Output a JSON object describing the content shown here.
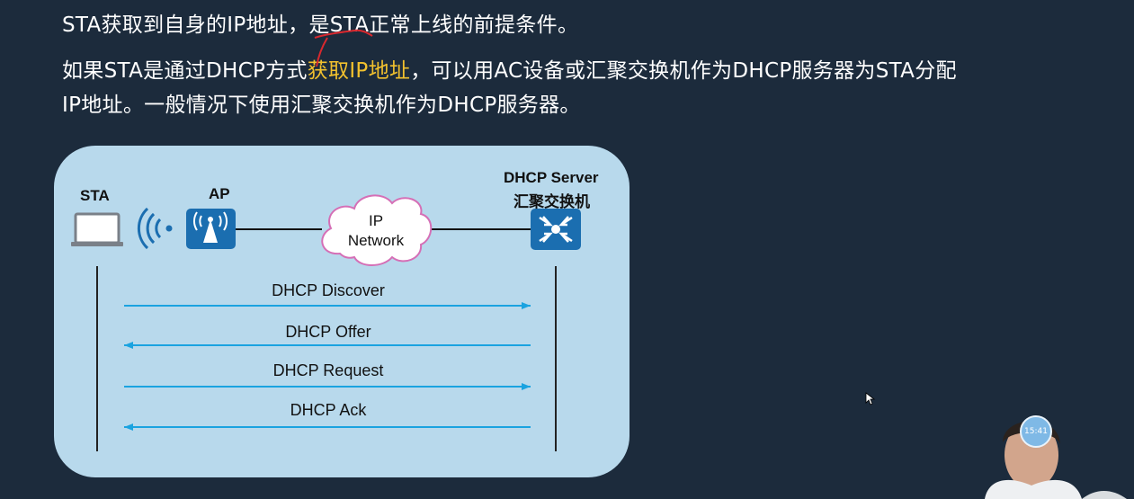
{
  "slide": {
    "line1": "STA获取到自身的IP地址，是STA正常上线的前提条件。",
    "line2_prefix": "如果STA是通过DHCP方式",
    "line2_highlight": "获取IP地址",
    "line2_suffix": "，可以用AC设备或汇聚交换机作为DHCP服务器为STA分配",
    "line3": "IP地址。一般情况下使用汇聚交换机作为DHCP服务器。",
    "highlight_color": "#f2c12e"
  },
  "diagram": {
    "sta_label": "STA",
    "ap_label": "AP",
    "cloud_line1": "IP",
    "cloud_line2": "Network",
    "server_label_line1": "DHCP Server",
    "server_label_line2": "汇聚交换机",
    "messages": [
      {
        "label": "DHCP Discover",
        "direction": "right"
      },
      {
        "label": "DHCP Offer",
        "direction": "left"
      },
      {
        "label": "DHCP Request",
        "direction": "right"
      },
      {
        "label": "DHCP Ack",
        "direction": "left"
      }
    ],
    "arrow_color": "#1aa3e0",
    "icon_color": "#1b6eb0"
  },
  "overlay": {
    "clock_text": "15:41"
  }
}
